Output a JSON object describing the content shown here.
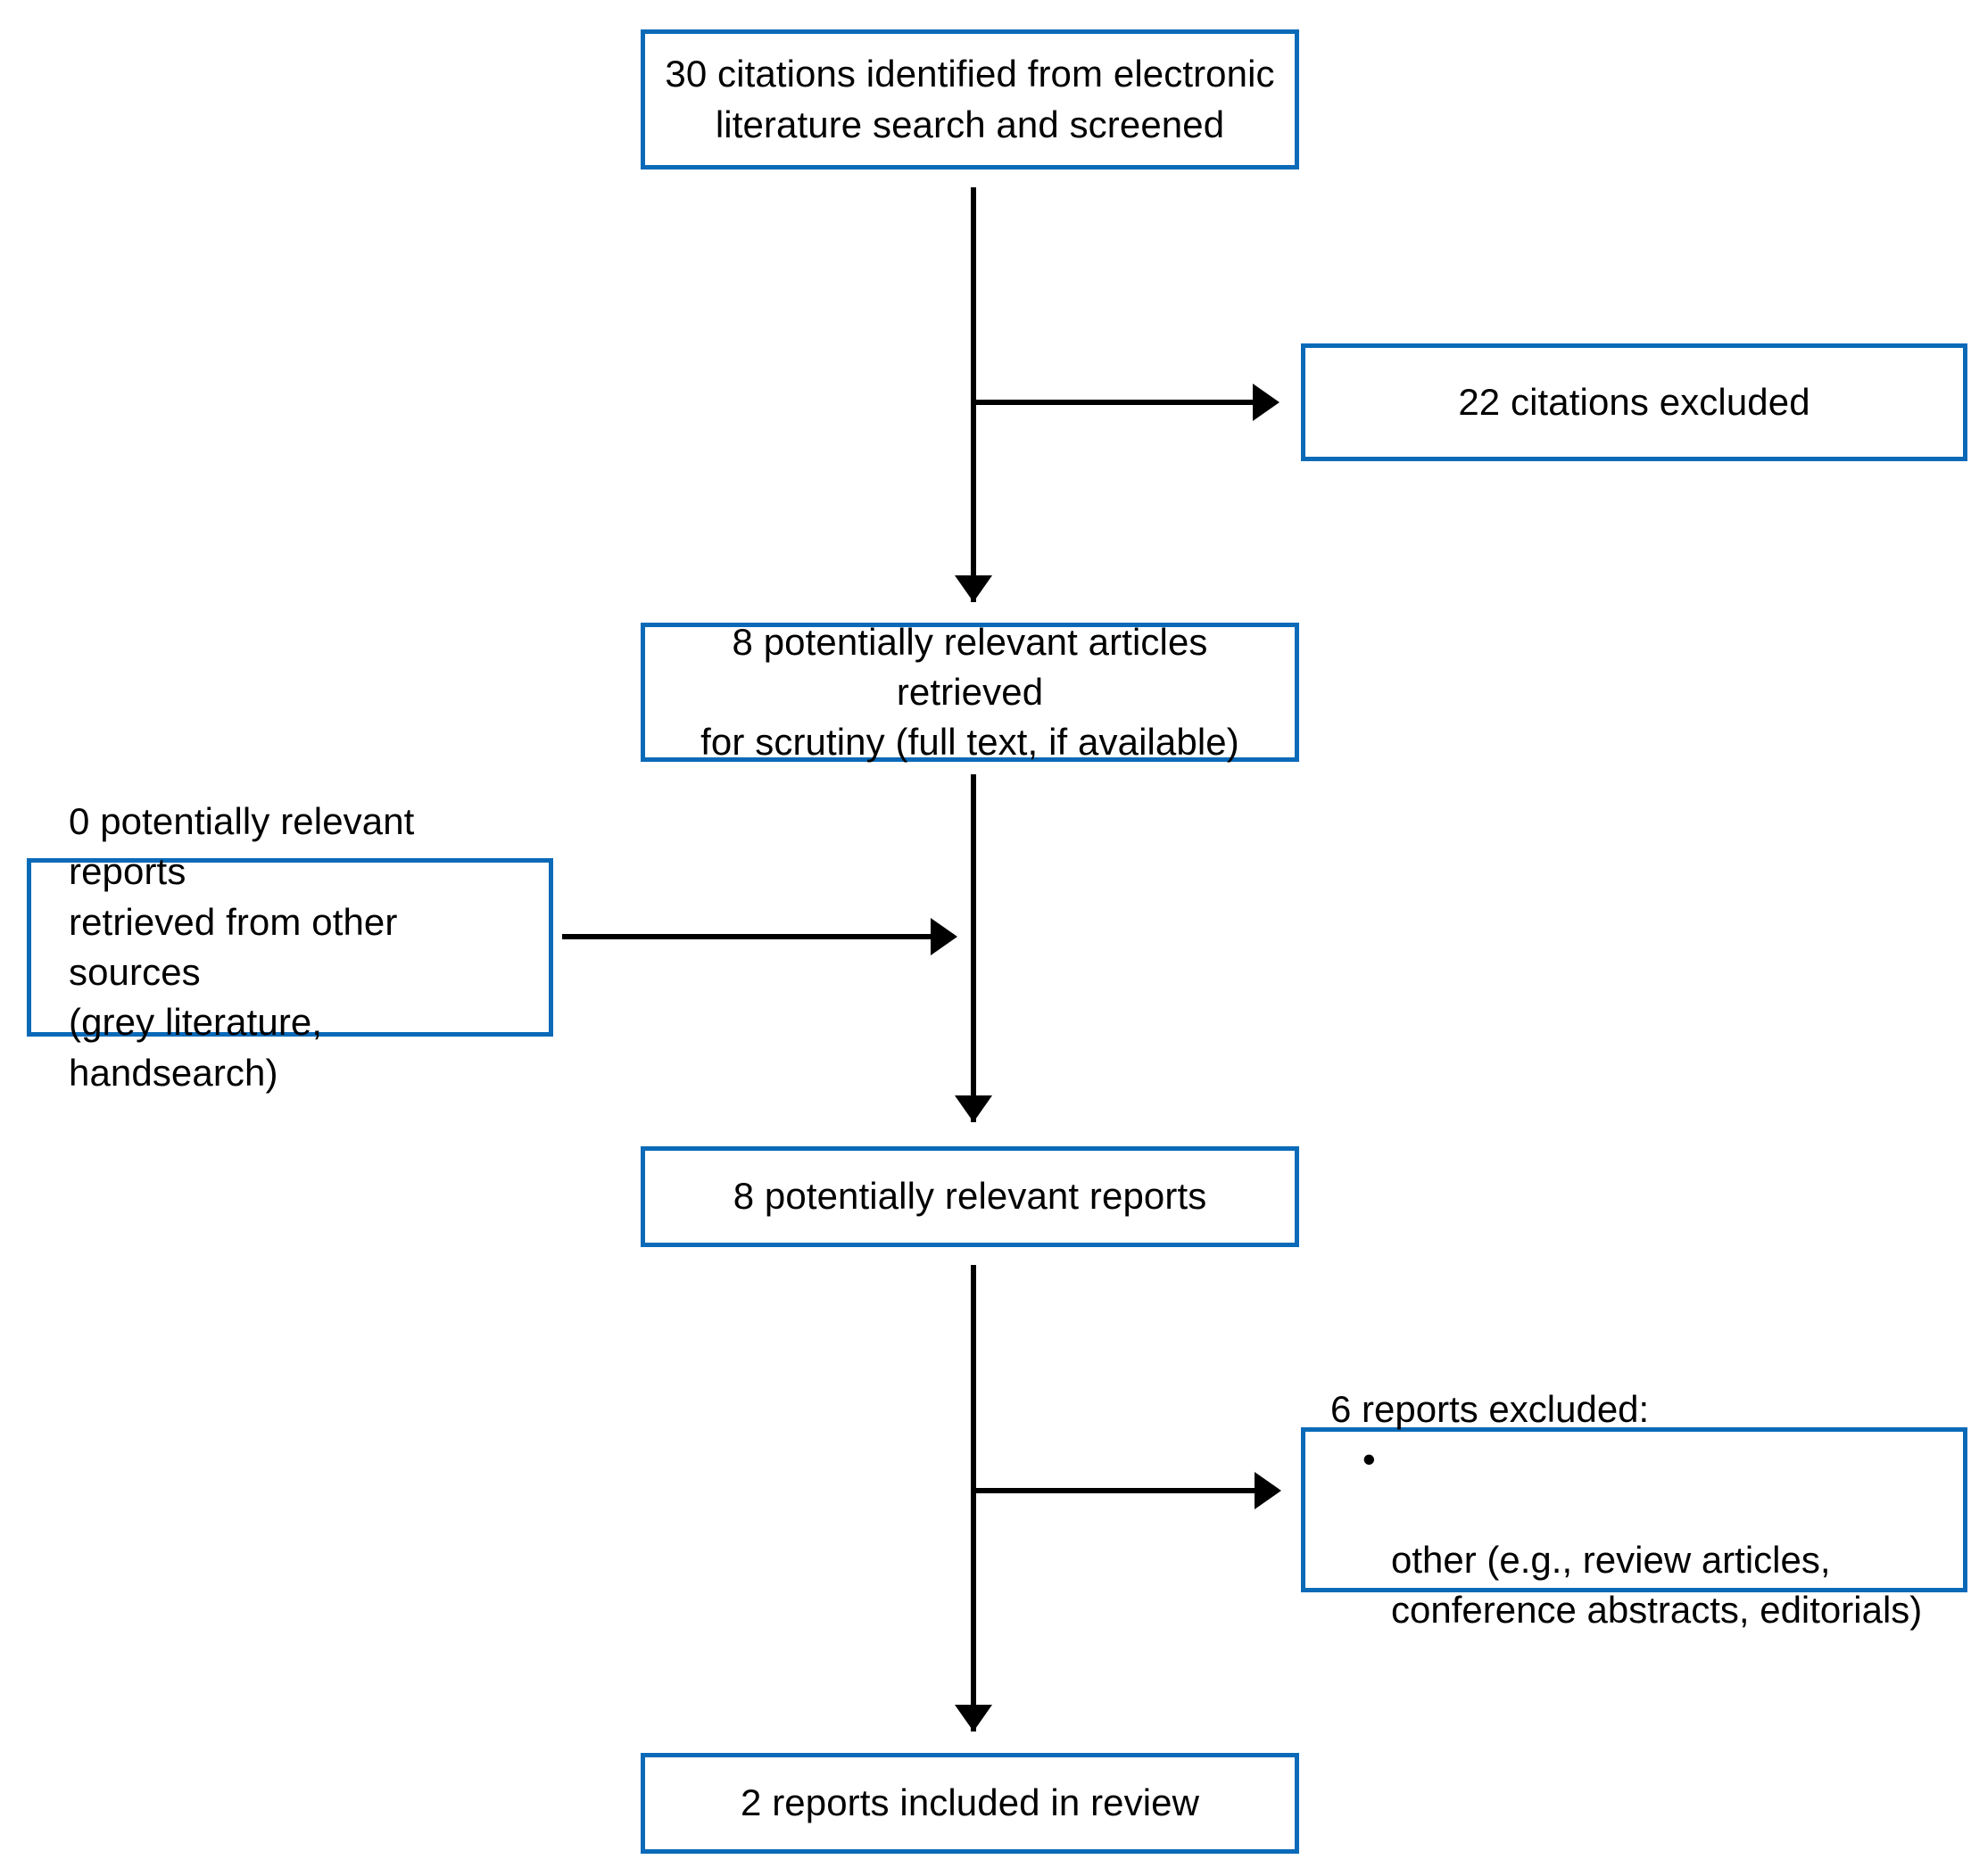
{
  "diagram": {
    "title": "Study flow diagram",
    "type": "flowchart",
    "accent_color": "#0a6ab8",
    "connector_color": "#000000",
    "background_color": "#ffffff"
  },
  "nodes": {
    "identified": {
      "id": "identified",
      "text": "30 citations identified from electronic\nliterature search and screened",
      "count": 30
    },
    "citations_excluded": {
      "id": "citations-excluded",
      "text": "22 citations excluded",
      "count": 22
    },
    "retrieved": {
      "id": "retrieved",
      "text": "8 potentially relevant articles retrieved\nfor scrutiny (full text, if available)",
      "count": 8
    },
    "other_sources": {
      "id": "other-sources",
      "text": "0 potentially relevant reports\nretrieved from other sources\n(grey literature, handsearch)",
      "count": 0
    },
    "relevant_reports": {
      "id": "relevant-reports",
      "text": "8 potentially relevant reports",
      "count": 8
    },
    "reports_excluded": {
      "id": "reports-excluded",
      "heading": "6 reports excluded:",
      "count": 6,
      "bullet_glyph": "•",
      "reasons": [
        "other (e.g., review articles,\nconference abstracts, editorials)"
      ]
    },
    "included": {
      "id": "included",
      "text": "2 reports included in review",
      "count": 2
    }
  },
  "edges": [
    {
      "from": "identified",
      "to": "retrieved",
      "kind": "vertical-arrow"
    },
    {
      "from": "identified",
      "to": "citations_excluded",
      "kind": "branch-right-arrow"
    },
    {
      "from": "other_sources",
      "to": "retrieved",
      "kind": "horizontal-arrow"
    },
    {
      "from": "retrieved",
      "to": "relevant_reports",
      "kind": "vertical-arrow"
    },
    {
      "from": "relevant_reports",
      "to": "reports_excluded",
      "kind": "branch-right-arrow"
    },
    {
      "from": "relevant_reports",
      "to": "included",
      "kind": "vertical-arrow"
    }
  ]
}
